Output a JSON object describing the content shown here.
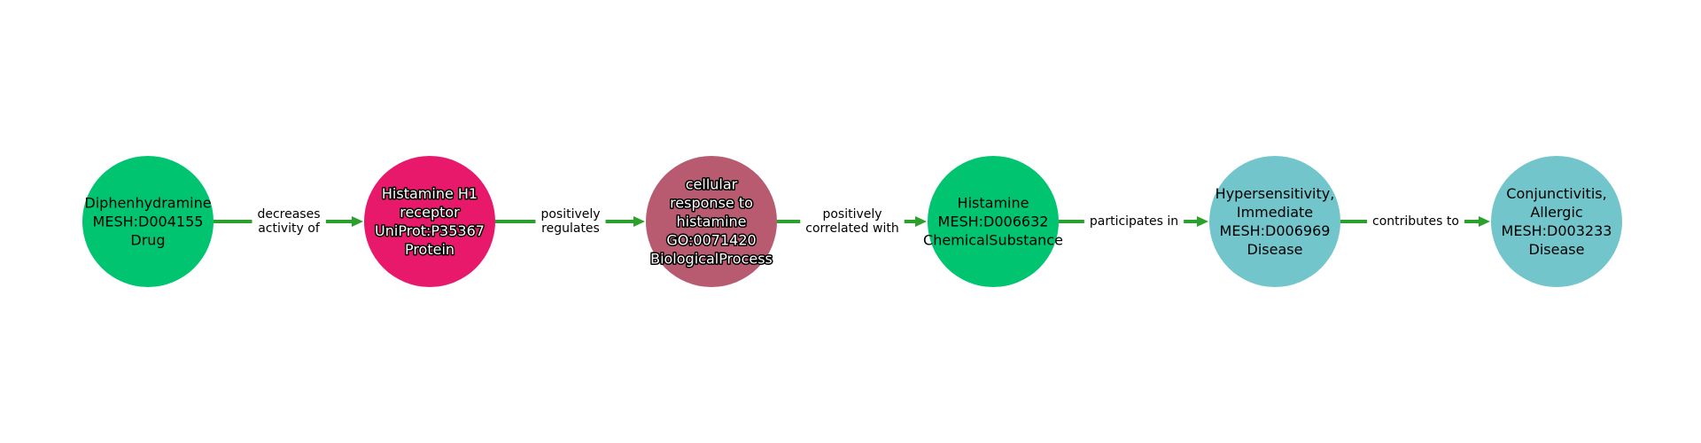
{
  "graph": {
    "nodes": [
      {
        "id": "n1",
        "lines": [
          "Diphenhydramine",
          "MESH:D004155",
          "Drug"
        ],
        "color": "#00c46f",
        "text_style": "light"
      },
      {
        "id": "n2",
        "lines": [
          "Histamine H1",
          "receptor",
          "UniProt:P35367",
          "Protein"
        ],
        "color": "#e8196a",
        "text_style": "dark"
      },
      {
        "id": "n3",
        "lines": [
          "cellular",
          "response to",
          "histamine",
          "GO:0071420",
          "BiologicalProcess"
        ],
        "color": "#b85a70",
        "text_style": "dark"
      },
      {
        "id": "n4",
        "lines": [
          "Histamine",
          "MESH:D006632",
          "ChemicalSubstance"
        ],
        "color": "#00c46f",
        "text_style": "light"
      },
      {
        "id": "n5",
        "lines": [
          "Hypersensitivity,",
          "Immediate",
          "MESH:D006969",
          "Disease"
        ],
        "color": "#72c5cb",
        "text_style": "light"
      },
      {
        "id": "n6",
        "lines": [
          "Conjunctivitis,",
          "Allergic",
          "MESH:D003233",
          "Disease"
        ],
        "color": "#72c5cb",
        "text_style": "light"
      }
    ],
    "edges": [
      {
        "from": "n1",
        "to": "n2",
        "lines": [
          "decreases",
          "activity of"
        ]
      },
      {
        "from": "n2",
        "to": "n3",
        "lines": [
          "positively",
          "regulates"
        ]
      },
      {
        "from": "n3",
        "to": "n4",
        "lines": [
          "positively",
          "correlated with"
        ]
      },
      {
        "from": "n4",
        "to": "n5",
        "lines": [
          "participates in"
        ]
      },
      {
        "from": "n5",
        "to": "n6",
        "lines": [
          "contributes to"
        ]
      }
    ],
    "edge_color": "#2ca02c"
  }
}
